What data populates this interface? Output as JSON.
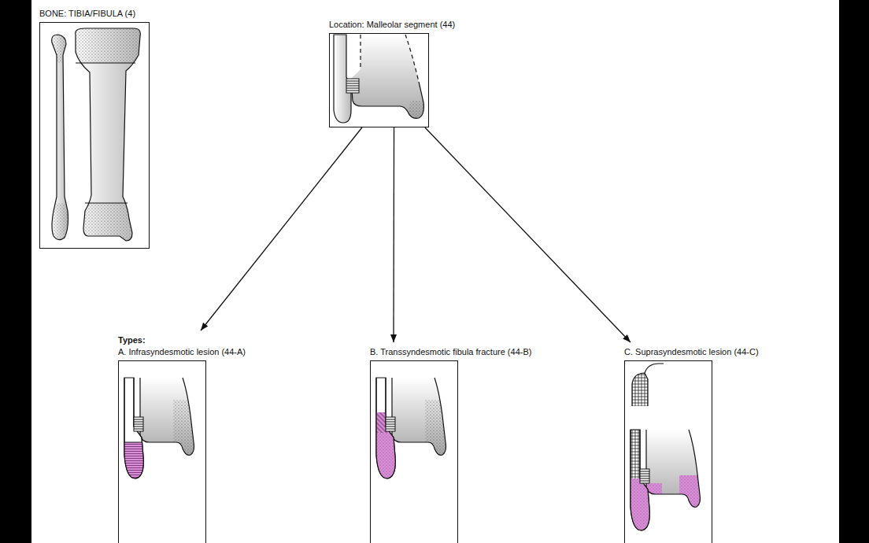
{
  "diagram": {
    "nodes": [
      {
        "text": [
          "BONE: TIBIA/FIBULA (4)"
        ]
      },
      {
        "text": [
          "Location: Malleolar segment (44)"
        ]
      },
      {
        "text": [
          "A. Infrasyndesmotic lesion (44-A)"
        ]
      },
      {
        "text": [
          "B. Transsyndesmotic fibula fracture (44-B)"
        ]
      },
      {
        "text": [
          "C. Suprasyndesmotic lesion (44-C)"
        ]
      }
    ],
    "edges": [
      {
        "from": 1,
        "to": 2,
        "arrow": "to"
      },
      {
        "from": 1,
        "to": 3,
        "arrow": "to"
      },
      {
        "from": 1,
        "to": 4,
        "arrow": "to"
      }
    ],
    "labels": [
      "Types:"
    ]
  }
}
